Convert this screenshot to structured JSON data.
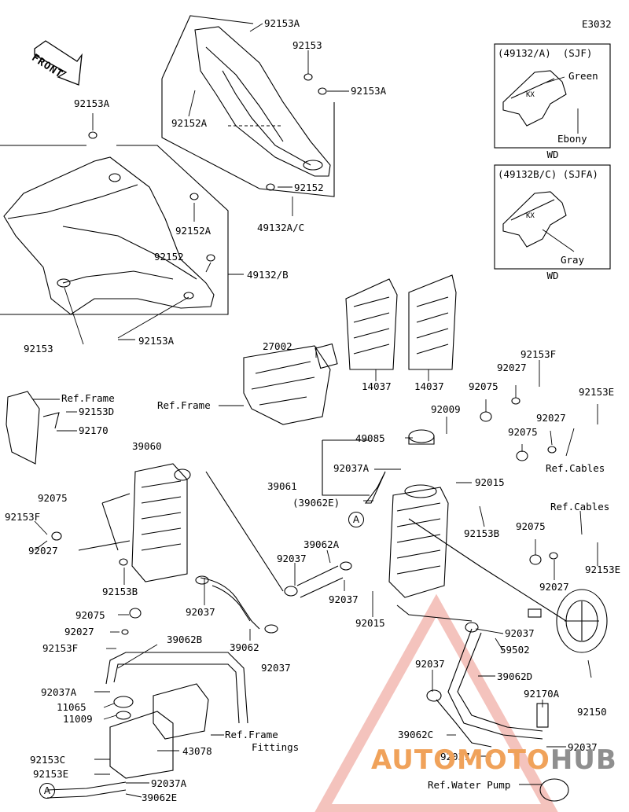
{
  "diagram_code": "E3032",
  "front_arrow_text": "FRONT",
  "callout_ref_letter": "A",
  "insets": [
    {
      "title": "(49132/A)  (SJF)",
      "labels": [
        "Green",
        "Ebony"
      ],
      "caption": "WD"
    },
    {
      "title": "(49132B/C) (SJFA)",
      "labels": [
        "Gray"
      ],
      "caption": "WD"
    }
  ],
  "part_labels": {
    "p92153A_top": "92153A",
    "p92153_top": "92153",
    "p92153A_right": "92153A",
    "p92152A_top": "92152A",
    "p92152_top": "92152",
    "p49132AC": "49132A/C",
    "p92153A_left": "92153A",
    "p92152A_mid": "92152A",
    "p92152_mid": "92152",
    "p49132B": "49132/B",
    "p92153_bl": "92153",
    "p92153A_bm": "92153A",
    "p27002": "27002",
    "ref_frame_mid": "Ref.Frame",
    "p14037_a": "14037",
    "p14037_b": "14037",
    "ref_frame_left": "Ref.Frame",
    "p92153D": "92153D",
    "p92170": "92170",
    "p39060": "39060",
    "p92075_l": "92075",
    "p92153F_l": "92153F",
    "p92027_l": "92027",
    "p92153B_l": "92153B",
    "p92075_l2": "92075",
    "p92037_l": "92037",
    "p92027_l2": "92027",
    "p39062": "39062",
    "p92153F_l2": "92153F",
    "p92037_l2": "92037",
    "p39062B": "39062B",
    "p92037A_l": "92037A",
    "p11065": "11065",
    "p11009": "11009",
    "ref_frame_fittings_1": "Ref.Frame",
    "ref_frame_fittings_2": "Fittings",
    "p92153C": "92153C",
    "p43078": "43078",
    "p92153E_l": "92153E",
    "p92037A_b": "92037A",
    "p39062E_b": "39062E",
    "p92153F_r": "92153F",
    "p92027_r": "92027",
    "p92075_r": "92075",
    "p92009": "92009",
    "p92153E_r": "92153E",
    "p49085": "49085",
    "p92027_r2": "92027",
    "p92075_r2": "92075",
    "ref_cables_1": "Ref.Cables",
    "p92037A_r": "92037A",
    "p39061": "39061",
    "p92015_r": "92015",
    "p39062E_r": "(39062E)",
    "p92153B_r": "92153B",
    "ref_cables_2": "Ref.Cables",
    "p39062A": "39062A",
    "p92037_m": "92037",
    "p92075_r3": "92075",
    "p92153E_r2": "92153E",
    "p92037_m2": "92037",
    "p92027_r3": "92027",
    "p92015_b": "92015",
    "p92037_r": "92037",
    "p59502": "59502",
    "p92037_r2": "92037",
    "p39062D": "39062D",
    "p92170A": "92170A",
    "p92150": "92150",
    "p39062C": "39062C",
    "p92037_r3": "92037",
    "p92037_r4": "92037",
    "ref_water_pump": "Ref.Water Pump"
  },
  "inset_logo_text": "KX",
  "watermark": {
    "part1": "AUTOMOTO",
    "part2": "HUB",
    "color1": "#f0a25a",
    "color2": "#8f8f8f"
  }
}
